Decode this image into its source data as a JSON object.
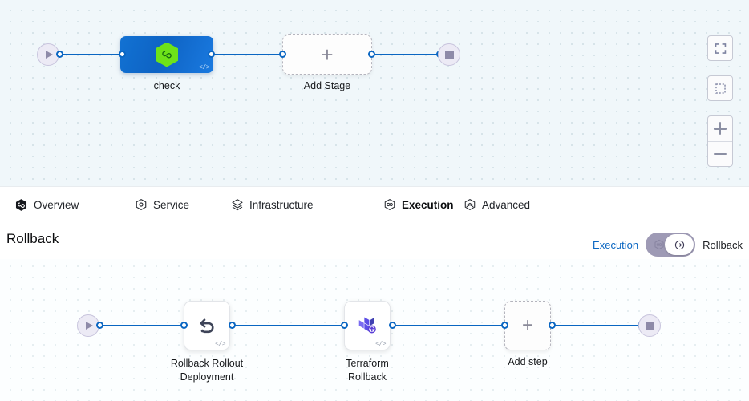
{
  "colors": {
    "edge": "#0a66c2",
    "accent_link": "#0a66c2",
    "tab_active_underline": "#0b65c2",
    "stage_card_blue": "#1272d3",
    "stage_icon_green": "#6ee219",
    "terminal_node_fill": "#eceaf5",
    "terminal_node_glyph": "#8e8aa8",
    "canvas_top_bg": "#f0f7fa",
    "canvas_bottom_bg": "#fcfeff",
    "terraform_purple": "#5c4ee5",
    "toggle_track": "#9e9ab5"
  },
  "execution_canvas": {
    "start_node": {
      "name": "start-node",
      "icon": "play-icon"
    },
    "stages": [
      {
        "label": "check",
        "icon": "harness-hexagon-icon",
        "badge": "</>",
        "type": "stage"
      },
      {
        "label": "Add Stage",
        "icon": "plus-icon",
        "type": "add"
      }
    ],
    "end_node": {
      "name": "end-node",
      "icon": "stop-icon"
    },
    "controls": [
      {
        "name": "fit-to-screen-button",
        "icon": "fullscreen-icon"
      },
      {
        "name": "select-area-button",
        "icon": "dashed-square-icon"
      },
      {
        "name": "zoom-in-button",
        "icon": "plus-icon"
      },
      {
        "name": "zoom-out-button",
        "icon": "minus-icon"
      }
    ]
  },
  "tabs": [
    {
      "label": "Overview",
      "icon": "harness-hexagon-filled-icon",
      "active": false
    },
    {
      "label": "Service",
      "icon": "service-hexagon-icon",
      "active": false
    },
    {
      "label": "Infrastructure",
      "icon": "infrastructure-layers-icon",
      "active": false
    },
    {
      "label": "Execution",
      "icon": "execution-hexagon-icon",
      "active": true
    },
    {
      "label": "Advanced",
      "icon": "advanced-layers-icon",
      "active": false
    }
  ],
  "rollback_section": {
    "title": "Rollback",
    "toggle": {
      "left_label": "Execution",
      "right_label": "Rollback",
      "selected": "Rollback",
      "left_icon": "execution-hexagon-icon",
      "right_icon": "rollback-arrow-circle-icon"
    }
  },
  "rollback_canvas": {
    "start_node": {
      "name": "start-node",
      "icon": "play-icon"
    },
    "steps": [
      {
        "label": "Rollback Rollout Deployment",
        "icon": "undo-arrow-icon",
        "badge": "</>",
        "type": "step"
      },
      {
        "label": "Terraform Rollback",
        "icon": "terraform-icon",
        "badge": "</>",
        "type": "step"
      },
      {
        "label": "Add step",
        "icon": "plus-icon",
        "type": "add"
      }
    ],
    "end_node": {
      "name": "end-node",
      "icon": "stop-icon"
    }
  }
}
